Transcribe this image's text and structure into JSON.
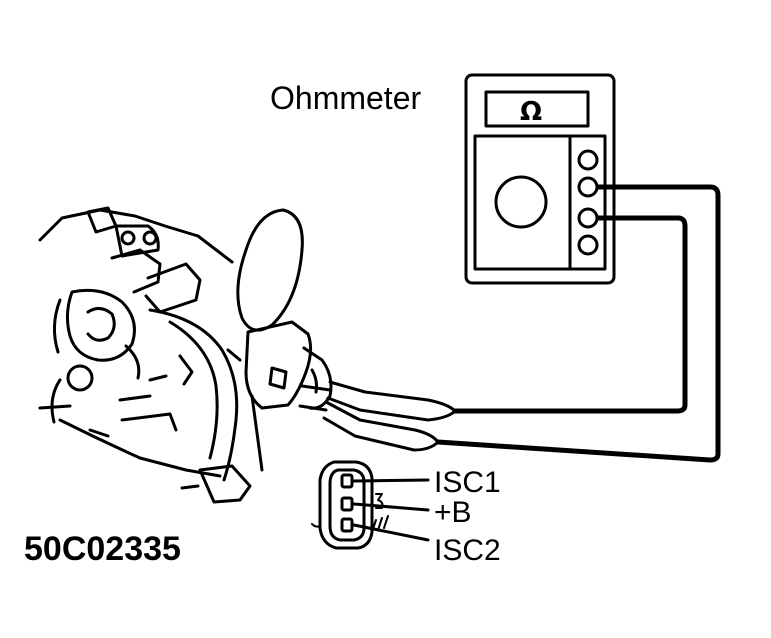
{
  "meter": {
    "title": "Ohmmeter",
    "display_symbol": "Ω"
  },
  "connector": {
    "pins": [
      {
        "label": "ISC1"
      },
      {
        "label": "+B"
      },
      {
        "label": "ISC2"
      }
    ]
  },
  "figure_code": "50C02335",
  "icons": [
    "ohmmeter-icon",
    "throttle-body-icon",
    "isc-valve-icon",
    "test-probe-icon",
    "connector-icon"
  ],
  "colors": {
    "ink": "#000000",
    "paper": "#ffffff"
  }
}
